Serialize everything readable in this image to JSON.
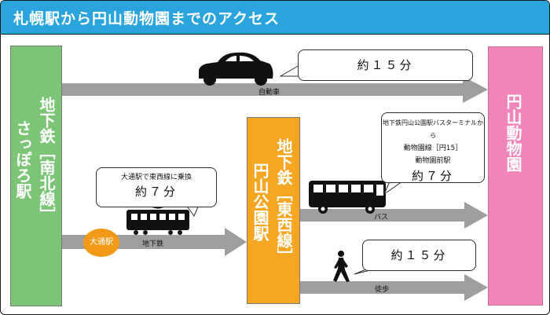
{
  "title": "札幌駅から円山動物園までのアクセス",
  "stations": {
    "sapporo": {
      "line": "地下鉄［南北線］",
      "name": "さっぽろ駅"
    },
    "maruyama": {
      "line": "地下鉄［東西線］",
      "name": "円山公園駅"
    },
    "zoo": {
      "name": "円山動物園"
    }
  },
  "routes": {
    "car": {
      "label": "自動車",
      "time": "約１５分"
    },
    "subway": {
      "label": "地下鉄",
      "transfer_note": "大通駅で東西線に乗換",
      "time": "約７分",
      "transfer_station": "大通駅"
    },
    "bus": {
      "label": "バス",
      "note_line1": "地下鉄円山公園駅バスターミナルから",
      "note_line2": "動物園線［円15］",
      "note_line3": "動物園前駅",
      "time": "約７分"
    },
    "walk": {
      "label": "徒歩",
      "time": "約１５分"
    }
  },
  "colors": {
    "title_bar": "#2aa4dc",
    "sapporo": "#7cc576",
    "maruyama": "#f5a623",
    "zoo": "#ef85b8",
    "arrow": "#9e9e9e",
    "badge": "#f29a17"
  },
  "icons": [
    "car-icon",
    "subway-train-icon",
    "bus-icon",
    "walking-person-icon",
    "mascot-icon"
  ]
}
